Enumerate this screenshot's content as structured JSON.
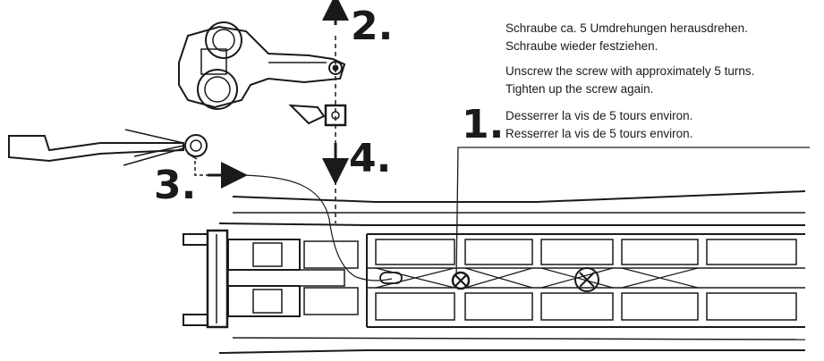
{
  "steps": {
    "one": "1.",
    "two": "2.",
    "three": "3.",
    "four": "4."
  },
  "instructions": {
    "german": [
      "Schraube ca. 5 Umdrehungen herausdrehen.",
      "Schraube wieder festziehen."
    ],
    "english": [
      "Unscrew the screw with approximately 5 turns.",
      "Tighten up the screw again."
    ],
    "french": [
      "Desserrer la vis de 5 tours environ.",
      "Resserrer la vis de 5 tours environ."
    ]
  },
  "icons": {
    "coupler": "coupler-assembly-icon",
    "screwdriver": "screwdriver-icon",
    "screw": "screw-icon",
    "chassis": "locomotive-chassis-icon"
  },
  "colors": {
    "ink": "#1a1a1a",
    "paper": "#ffffff"
  }
}
